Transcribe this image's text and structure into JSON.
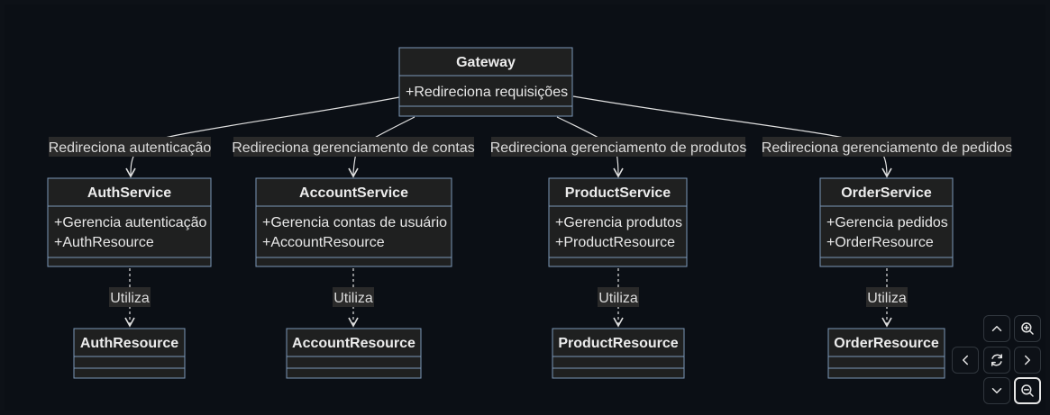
{
  "nodes": {
    "gateway": {
      "title": "Gateway",
      "attrs": [
        "+Redireciona requisições"
      ]
    },
    "auth_service": {
      "title": "AuthService",
      "attrs": [
        "+Gerencia autenticação",
        "+AuthResource"
      ]
    },
    "account_service": {
      "title": "AccountService",
      "attrs": [
        "+Gerencia contas de usuário",
        "+AccountResource"
      ]
    },
    "product_service": {
      "title": "ProductService",
      "attrs": [
        "+Gerencia produtos",
        "+ProductResource"
      ]
    },
    "order_service": {
      "title": "OrderService",
      "attrs": [
        "+Gerencia pedidos",
        "+OrderResource"
      ]
    },
    "auth_resource": {
      "title": "AuthResource"
    },
    "account_resource": {
      "title": "AccountResource"
    },
    "product_resource": {
      "title": "ProductResource"
    },
    "order_resource": {
      "title": "OrderResource"
    }
  },
  "edges": {
    "to_auth": "Redireciona autenticação",
    "to_account": "Redireciona gerenciamento de contas",
    "to_product": "Redireciona gerenciamento de produtos",
    "to_order": "Redireciona gerenciamento de pedidos",
    "uses_auth": "Utiliza",
    "uses_account": "Utiliza",
    "uses_product": "Utiliza",
    "uses_order": "Utiliza"
  },
  "controls": {
    "icons": [
      "chevron-up-icon",
      "zoom-in-icon",
      "chevron-left-icon",
      "reset-icon",
      "chevron-right-icon",
      "chevron-down-icon",
      "zoom-out-icon"
    ]
  },
  "colors": {
    "background": "#0b0f15",
    "box_fill": "#1f2020",
    "box_stroke": "#7b97b8",
    "line": "#e0e0e0"
  }
}
